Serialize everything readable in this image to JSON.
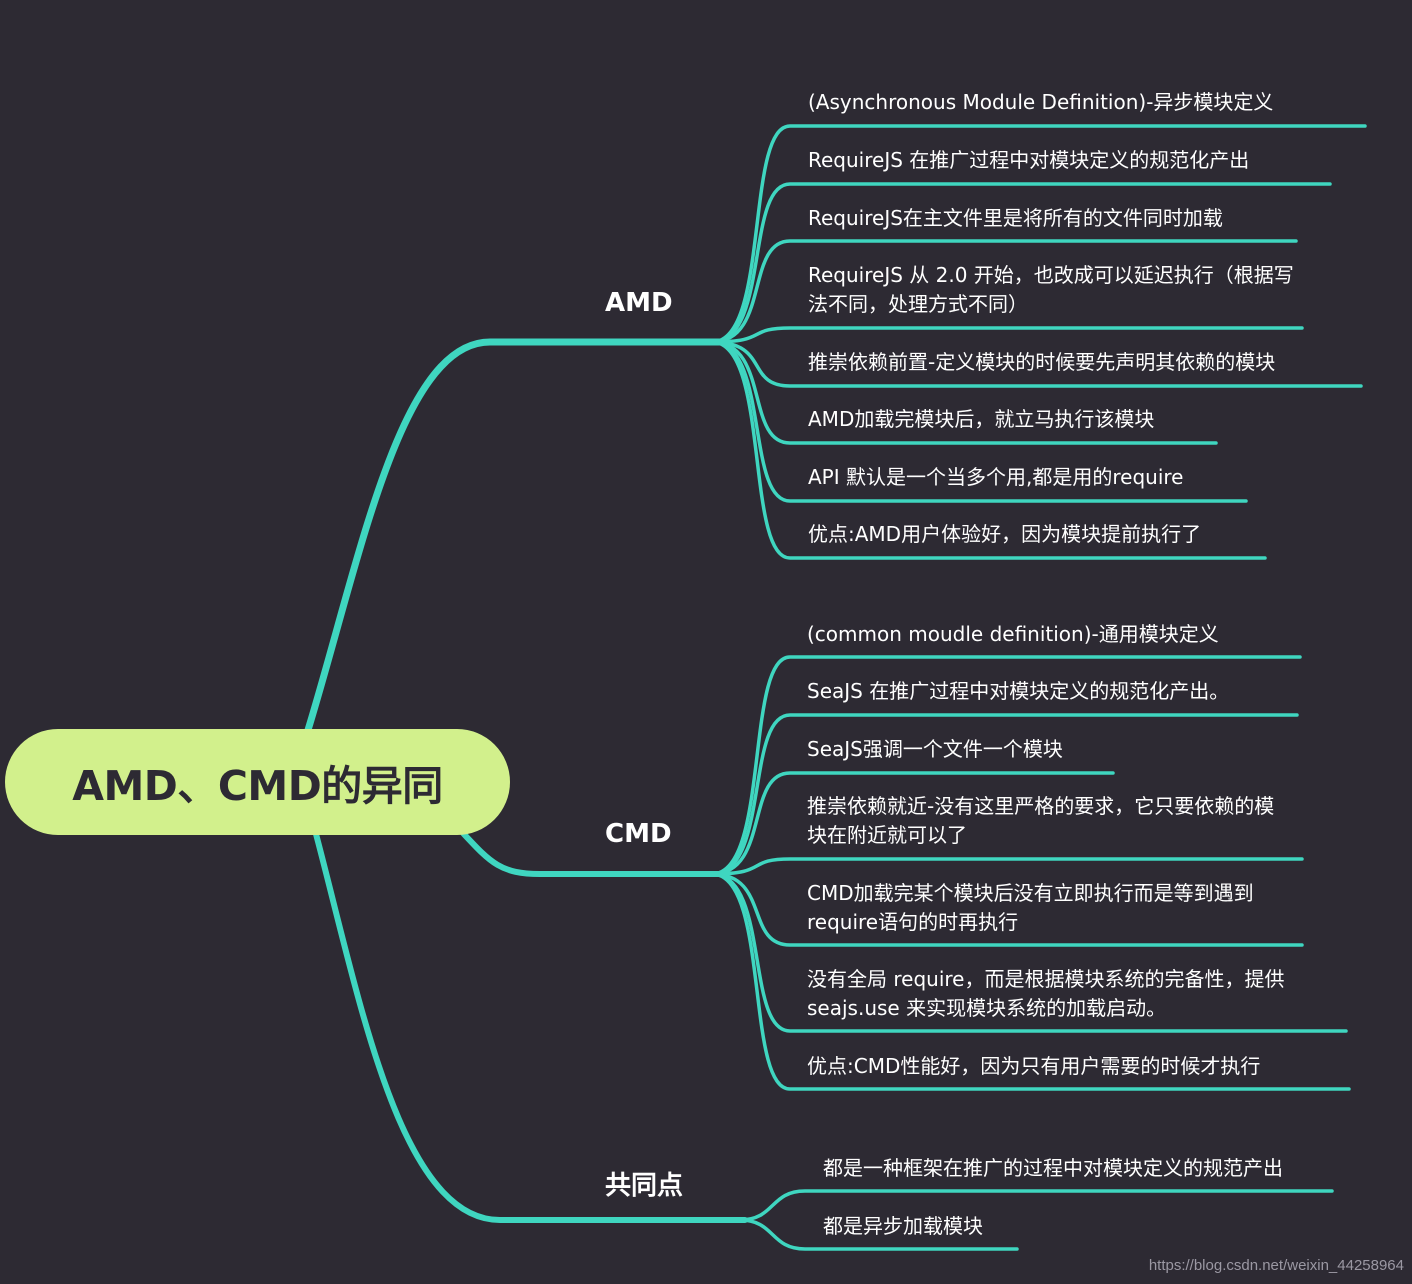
{
  "root": {
    "title": "AMD、CMD的异同"
  },
  "branches": [
    {
      "label": "AMD",
      "items": [
        "(Asynchronous Module Definition)-异步模块定义",
        " RequireJS 在推广过程中对模块定义的规范化产出",
        "RequireJS在主文件里是将所有的文件同时加载",
        "RequireJS 从 2.0 开始，也改成可以延迟执行（根据写法不同，处理方式不同）",
        "推崇依赖前置-定义模块的时候要先声明其依赖的模块",
        "AMD加载完模块后，就立马执行该模块",
        "API 默认是一个当多个用,都是用的require",
        "优点:AMD用户体验好，因为模块提前执行了"
      ]
    },
    {
      "label": "CMD",
      "items": [
        "(common moudle definition)-通用模块定义",
        "SeaJS 在推广过程中对模块定义的规范化产出。",
        "SeaJS强调一个文件一个模块",
        "推崇依赖就近-没有这里严格的要求，它只要依赖的模块在附近就可以了",
        "CMD加载完某个模块后没有立即执行而是等到遇到require语句的时再执行",
        "没有全局 require，而是根据模块系统的完备性，提供 seajs.use 来实现模块系统的加载启动。",
        "优点:CMD性能好，因为只有用户需要的时候才执行"
      ]
    },
    {
      "label": "共同点",
      "items": [
        "都是一种框架在推广的过程中对模块定义的规范产出",
        "都是异步加载模块"
      ]
    }
  ],
  "watermark": "https://blog.csdn.net/weixin_44258964",
  "colors": {
    "background": "#2d2a33",
    "link": "#3fd6c0",
    "root": "#d2f08c",
    "text": "#ffffff"
  }
}
